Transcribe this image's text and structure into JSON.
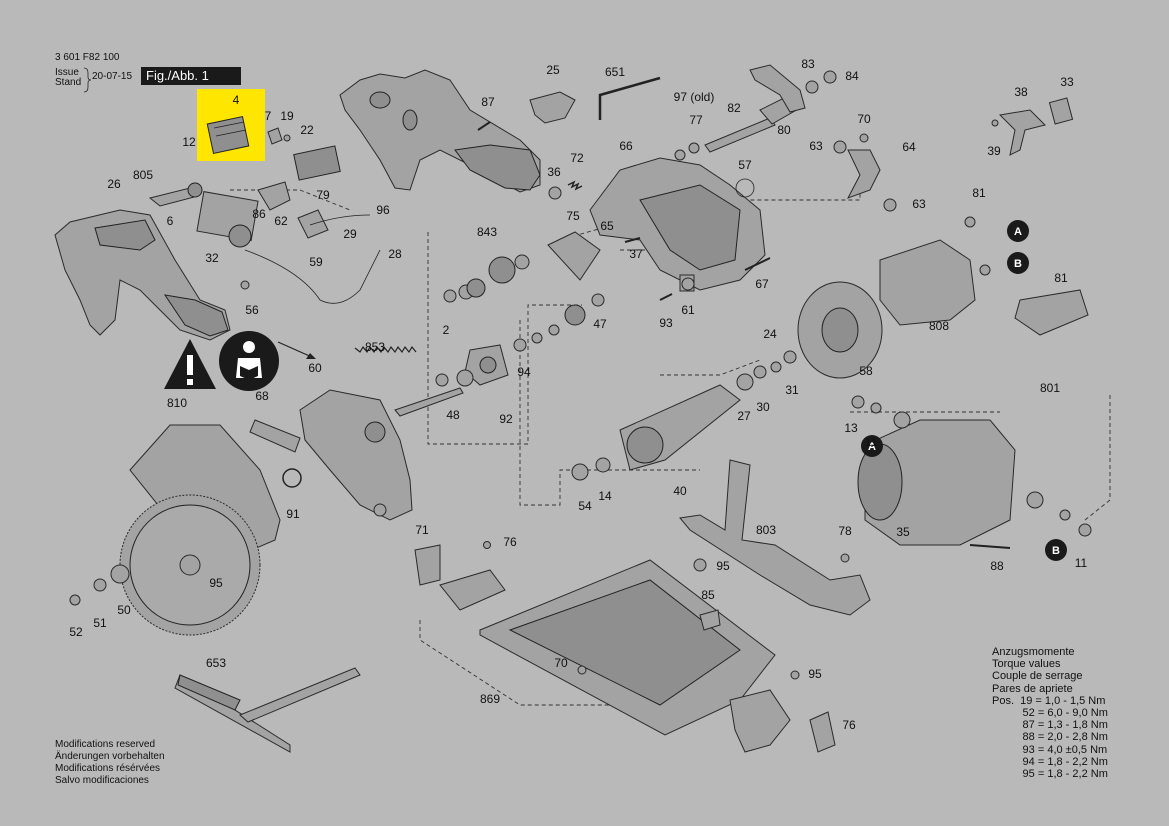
{
  "header": {
    "part_code": "3 601 F82 100",
    "issue_label": "Issue",
    "stand_label": "Stand",
    "date": "20-07-15",
    "figure_label": "Fig./Abb. 1"
  },
  "part_labels": [
    "4",
    "7",
    "19",
    "12",
    "22",
    "79",
    "805",
    "26",
    "6",
    "86",
    "62",
    "32",
    "96",
    "29",
    "59",
    "28",
    "56",
    "87",
    "25",
    "651",
    "97 (old)",
    "77",
    "82",
    "83",
    "84",
    "80",
    "70",
    "33",
    "38",
    "39",
    "63",
    "64",
    "63",
    "72",
    "36",
    "66",
    "57",
    "75",
    "65",
    "37",
    "843",
    "61",
    "93",
    "67",
    "47",
    "81",
    "A",
    "B",
    "81",
    "808",
    "2",
    "94",
    "48",
    "92",
    "853",
    "60",
    "58",
    "24",
    "31",
    "27",
    "30",
    "13",
    "11",
    "A",
    "801",
    "810",
    "68",
    "91",
    "54",
    "14",
    "40",
    "803",
    "71",
    "76",
    "95",
    "78",
    "35",
    "B",
    "11",
    "88",
    "95",
    "50",
    "51",
    "52",
    "85",
    "653",
    "70",
    "869",
    "95",
    "76"
  ],
  "callouts": {
    "a": "A",
    "b": "B"
  },
  "modifications": [
    "Modifications reserved",
    "Änderungen vorbehalten",
    "Modifications résérvées",
    "Salvo modificaciones"
  ],
  "torque": {
    "titles": [
      "Anzugsmomente",
      "Torque values",
      "Couple de serrage",
      "Pares de apriete"
    ],
    "rows": [
      "Pos.  19 = 1,0 - 1,5 Nm",
      "          52 = 6,0 - 9,0 Nm",
      "          87 = 1,3 - 1,8 Nm",
      "          88 = 2,0 - 2,8 Nm",
      "          93 = 4,0 ±0,5 Nm",
      "          94 = 1,8 - 2,2 Nm",
      "          95 = 1,8 - 2,2 Nm"
    ]
  },
  "colors": {
    "background": "#b9b9b9",
    "highlight": "#ffe600",
    "ink": "#111111"
  },
  "icons": [
    "warning-triangle-icon",
    "read-manual-icon"
  ]
}
